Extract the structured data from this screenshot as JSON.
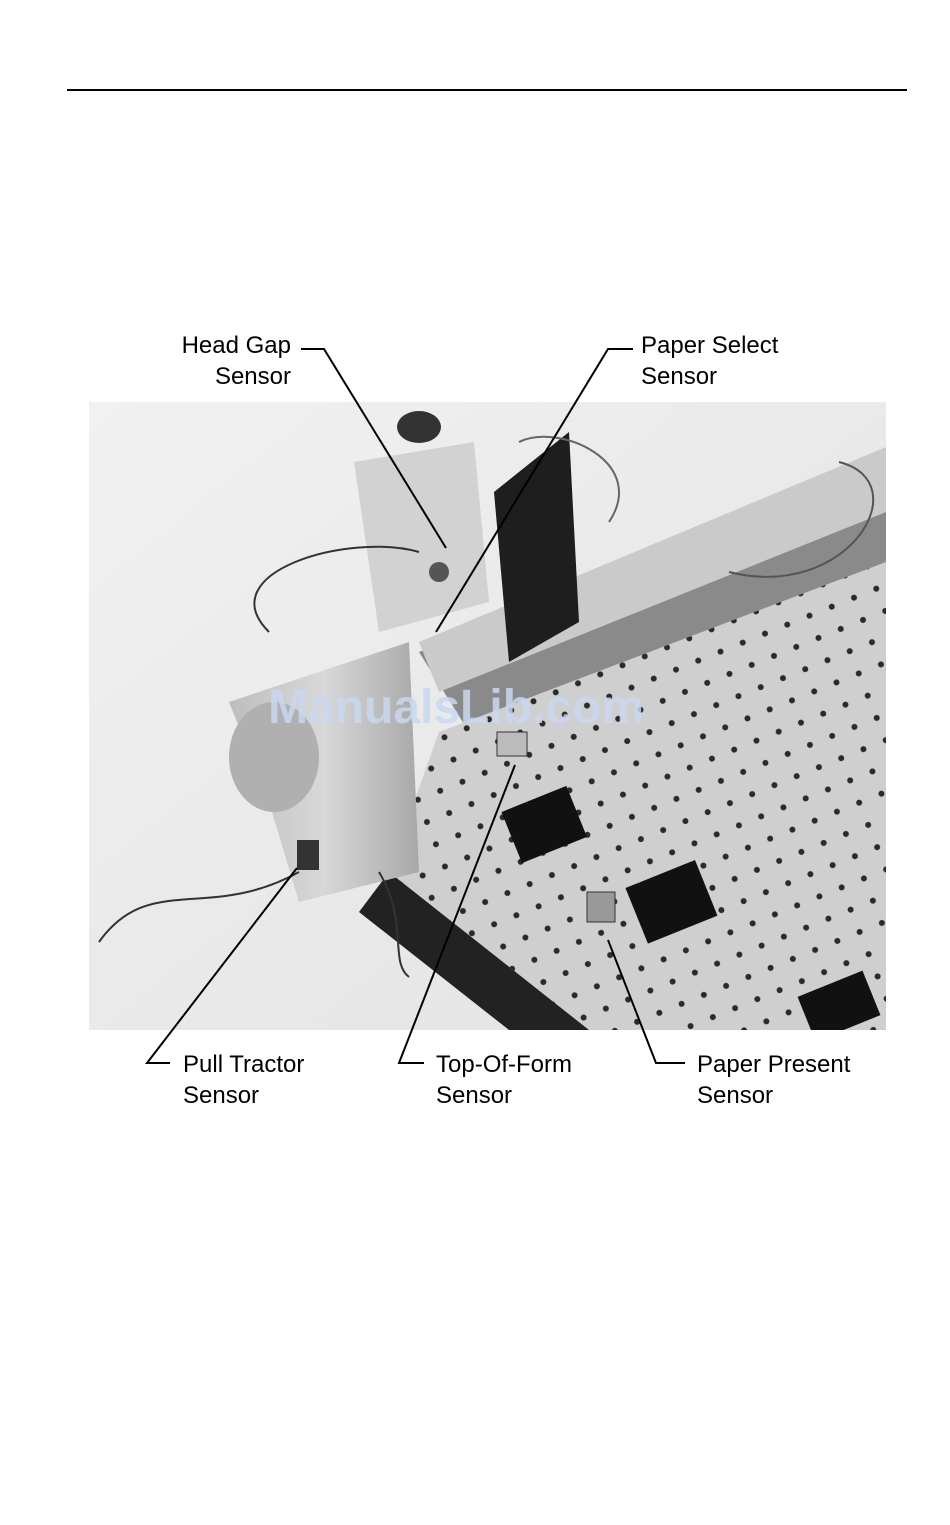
{
  "labels": {
    "head_gap": [
      "Head Gap",
      "Sensor"
    ],
    "paper_select": [
      "Paper Select",
      "Sensor"
    ],
    "pull_tractor": [
      "Pull Tractor",
      "Sensor"
    ],
    "top_of_form": [
      "Top-Of-Form",
      "Sensor"
    ],
    "paper_present": [
      "Paper Present",
      "Sensor"
    ]
  },
  "watermark": "ManualsLib.com",
  "colors": {
    "line": "#000000",
    "background": "#ffffff",
    "watermark": "#c8d7f0"
  }
}
